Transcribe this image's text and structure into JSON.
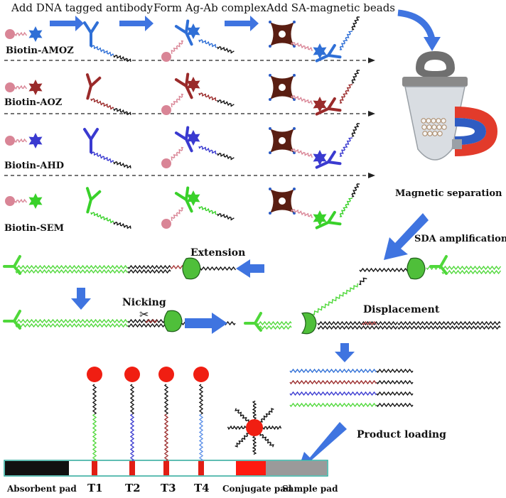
{
  "steps": {
    "add_dna_antibody": "Add DNA tagged antibody",
    "form_complex": "Form Ag-Ab complex",
    "add_beads": "Add SA-magnetic beads",
    "magnetic_separation": "Magnetic separation",
    "sda_amplification": "SDA amplification",
    "extension": "Extension",
    "nicking": "Nicking",
    "displacement": "Displacement",
    "product_loading": "Product loading"
  },
  "analytes": [
    {
      "label": "Biotin-AMOZ",
      "color": "#2f6fd6"
    },
    {
      "label": "Biotin-AOZ",
      "color": "#9a2a2a"
    },
    {
      "label": "Biotin-AHD",
      "color": "#3a3ad0"
    },
    {
      "label": "Biotin-SEM",
      "color": "#39d12a"
    }
  ],
  "strip": {
    "absorbent_pad": "Absorbent pad",
    "conjugate_pad": "Conjugate pad",
    "sample_pad": "Sample pad",
    "test_lines": [
      "T1",
      "T2",
      "T3",
      "T4"
    ]
  },
  "colors": {
    "arrow": "#3f74e0",
    "biotin": "#d98596",
    "bead": "#5a1e12",
    "polymerase": "#4fbf3a",
    "gold": "#f01e12",
    "dna_black": "#111111",
    "nick_red": "#a83a3a"
  }
}
